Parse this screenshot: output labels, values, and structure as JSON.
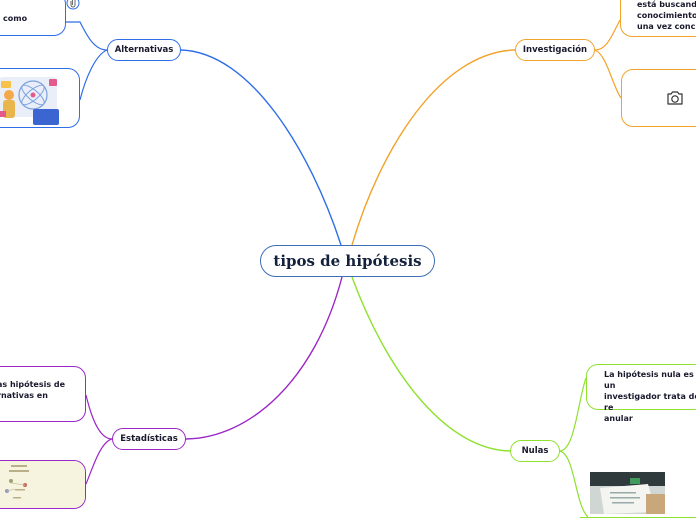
{
  "central": {
    "label": "tipos de hipótesis"
  },
  "topics": {
    "alternativas": "Alternativas",
    "investigacion": "Investigación",
    "estadisticas": "Estadísticas",
    "nulas": "Nulas"
  },
  "subtopics": {
    "alternativas_text": "como",
    "investigacion_text": [
      "está buscando",
      "conocimiento c",
      "una vez conclu"
    ],
    "estadisticas_text": [
      "as hipótesis de",
      "rnativas en"
    ],
    "nulas_text": [
      "La hipótesis nula  es un",
      "investigador trata de re",
      "anular"
    ]
  },
  "colors": {
    "alternativas": "#2f6ee8",
    "investigacion": "#f2a32a",
    "estadisticas": "#9b27c7",
    "nulas": "#8ee12f",
    "central_border": "#3d6fb6"
  },
  "icons": [
    "attachment-icon",
    "camera-icon"
  ]
}
